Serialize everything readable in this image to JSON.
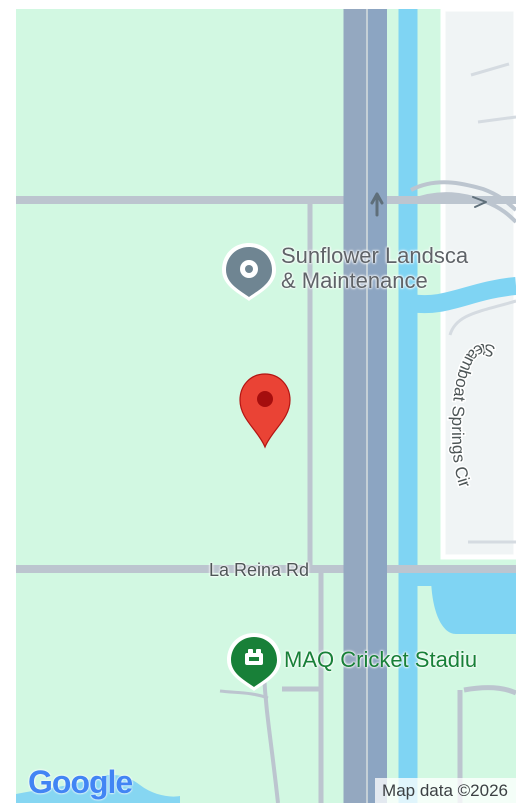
{
  "map": {
    "base_color": "#d2f8e2",
    "road_color": "#bcc5cf",
    "highway_color": "#8ca5c2",
    "water_color": "#8fd8f4",
    "building_color": "#f0f4f5"
  },
  "poi": {
    "sunflower": {
      "line1": "Sunflower Landsca",
      "line2": "& Maintenance",
      "icon": "gray-place-pin-icon"
    },
    "cricket": {
      "label": "MAQ Cricket Stadiu",
      "icon": "green-stadium-pin-icon"
    }
  },
  "roads": {
    "la_reina": "La Reina Rd",
    "steamboat": "Steamboat Springs Cir"
  },
  "selected_location": {
    "icon": "red-location-pin-icon",
    "color": "#ea4335"
  },
  "branding": {
    "logo": "Google"
  },
  "attribution": {
    "text": "Map data ©2026"
  }
}
